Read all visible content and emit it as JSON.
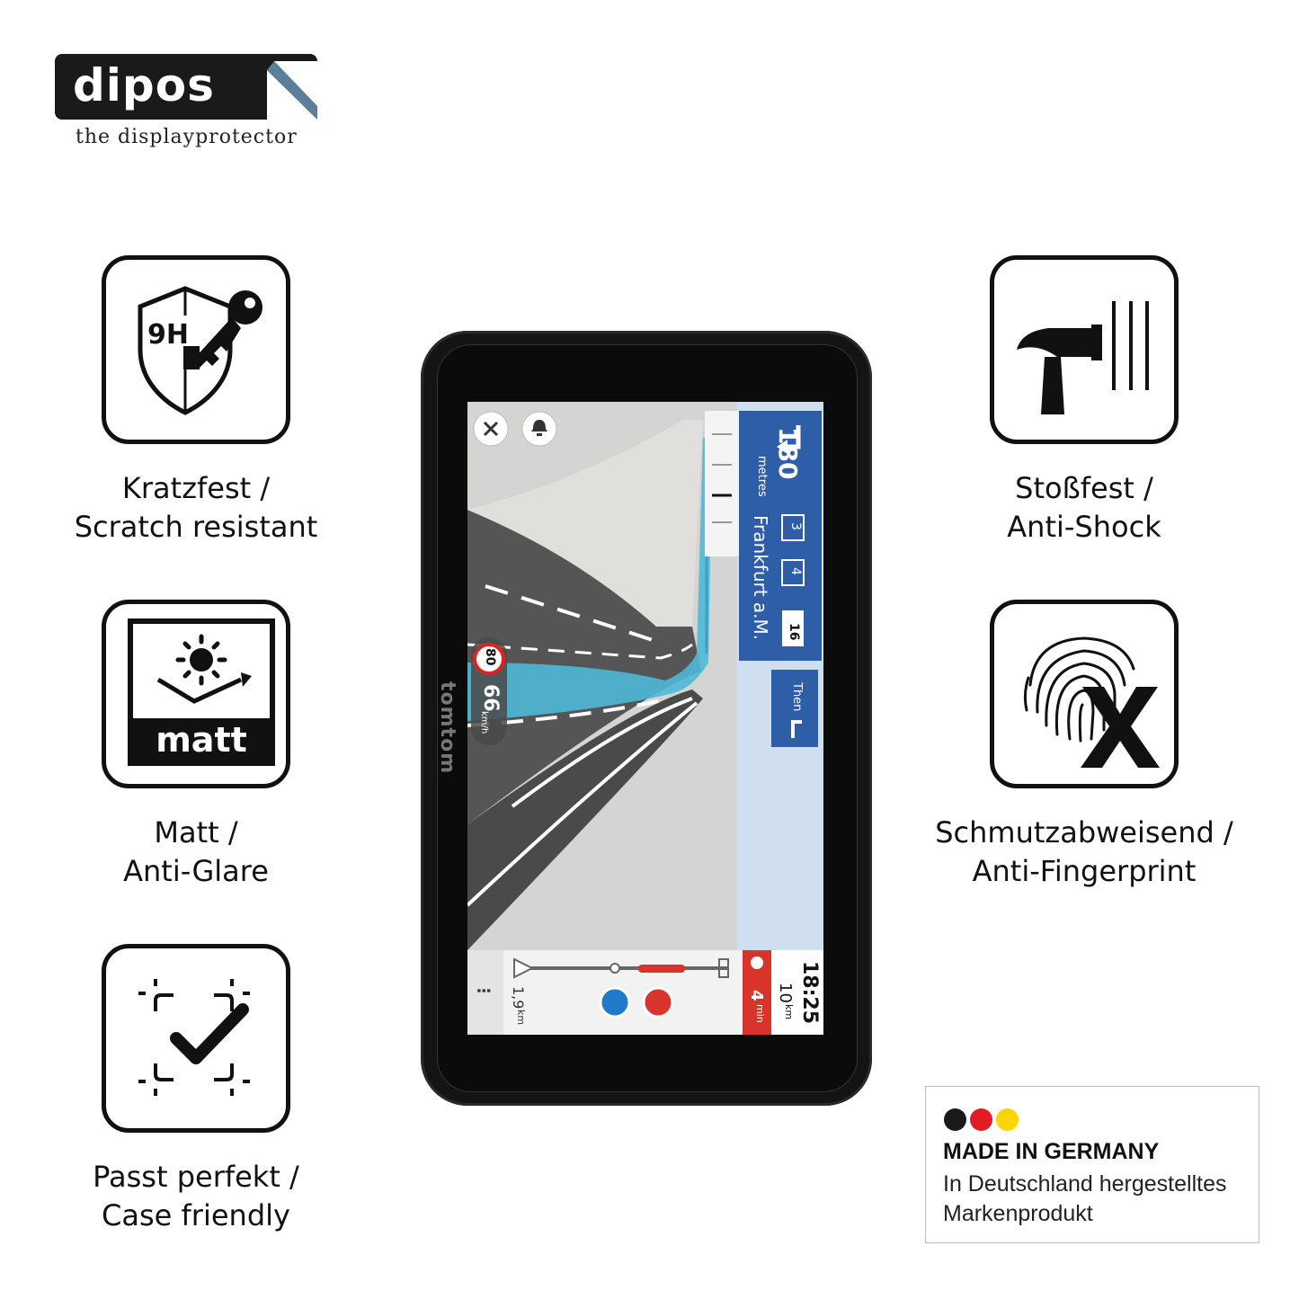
{
  "logo": {
    "brand": "dipos",
    "tagline": "the displayprotector"
  },
  "features": {
    "scratch": {
      "icon_text": "9H",
      "line1": "Kratzfest /",
      "line2": "Scratch resistant"
    },
    "matt": {
      "icon_text": "matt",
      "line1": "Matt /",
      "line2": "Anti-Glare"
    },
    "case": {
      "line1": "Passt perfekt /",
      "line2": "Case friendly"
    },
    "shock": {
      "line1": "Stoßfest /",
      "line2": "Anti-Shock"
    },
    "finger": {
      "line1": "Schmutzabweisend /",
      "line2": "Anti-Fingerprint"
    }
  },
  "device": {
    "brand": "tomtom",
    "nav": {
      "distance": "180",
      "distance_unit": "metres",
      "exit_a": "3",
      "exit_b": "4",
      "road": "16",
      "destination": "Frankfurt a.M.",
      "then": "Then",
      "speed_limit": "80",
      "speed": "66",
      "speed_unit": "km/h",
      "route_dist": "1,9",
      "route_unit": "km",
      "eta": "18:25",
      "remaining_km": "10",
      "remaining_unit": "km",
      "delay": "4",
      "delay_unit": "min",
      "menu": "⋮"
    }
  },
  "made_in": {
    "colors": [
      "#1a1a1a",
      "#e31b23",
      "#ffd400"
    ],
    "title": "MADE IN GERMANY",
    "line1": "In Deutschland hergestelltes",
    "line2": "Markenprodukt"
  }
}
